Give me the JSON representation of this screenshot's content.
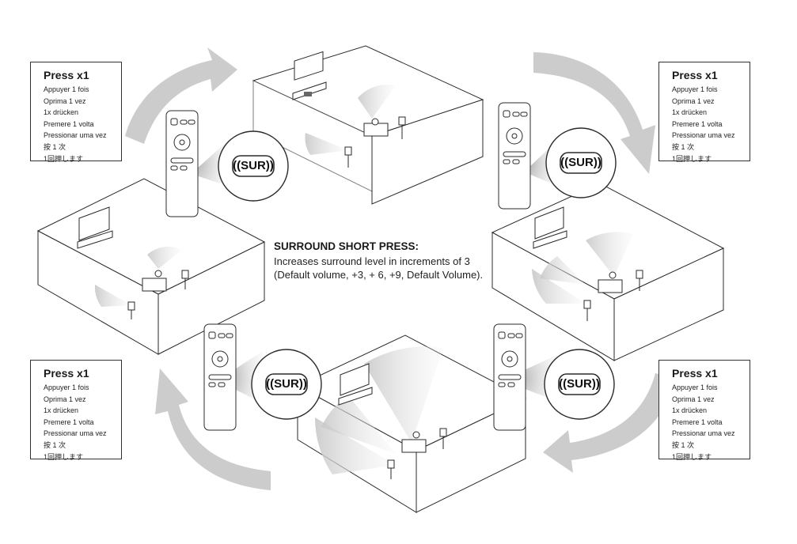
{
  "center": {
    "heading": "SURROUND SHORT PRESS:",
    "line1": "Increases surround level in increments of 3",
    "line2": "(Default volume, +3, + 6, +9, Default Volume)."
  },
  "instructions": [
    {
      "title": "Press x1",
      "lines": [
        "Appuyer 1 fois",
        "Oprima 1 vez",
        "1x drücken",
        "Premere 1 volta",
        "Pressionar uma vez",
        "按 1 次",
        "1回押します"
      ]
    },
    {
      "title": "Press x1",
      "lines": [
        "Appuyer 1 fois",
        "Oprima 1 vez",
        "1x drücken",
        "Premere 1 volta",
        "Pressionar uma vez",
        "按 1 次",
        "1回押します"
      ]
    },
    {
      "title": "Press x1",
      "lines": [
        "Appuyer 1 fois",
        "Oprima 1 vez",
        "1x drücken",
        "Premere 1 volta",
        "Pressionar uma vez",
        "按 1 次",
        "1回押します"
      ]
    },
    {
      "title": "Press x1",
      "lines": [
        "Appuyer 1 fois",
        "Oprima 1 vez",
        "1x drücken",
        "Premere 1 volta",
        "Pressionar uma vez",
        "按 1 次",
        "1回押します"
      ]
    }
  ],
  "button_label": "((SUR))",
  "colors": {
    "arrow": "#cccccc",
    "outline": "#2a2a2a",
    "sound": "#b8b8b8"
  }
}
